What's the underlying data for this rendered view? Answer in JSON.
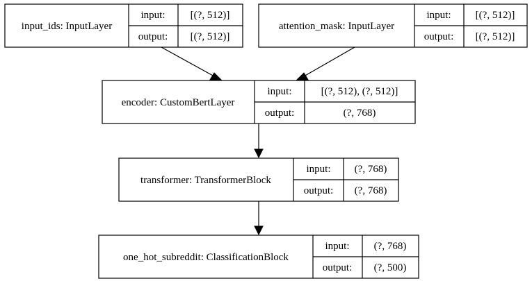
{
  "nodes": {
    "input_ids": {
      "name": "input_ids: InputLayer",
      "input_label": "input:",
      "input_value": "[(?, 512)]",
      "output_label": "output:",
      "output_value": "[(?, 512)]"
    },
    "attention_mask": {
      "name": "attention_mask: InputLayer",
      "input_label": "input:",
      "input_value": "[(?, 512)]",
      "output_label": "output:",
      "output_value": "[(?, 512)]"
    },
    "encoder": {
      "name": "encoder: CustomBertLayer",
      "input_label": "input:",
      "input_value": "[(?, 512), (?, 512)]",
      "output_label": "output:",
      "output_value": "(?, 768)"
    },
    "transformer": {
      "name": "transformer: TransformerBlock",
      "input_label": "input:",
      "input_value": "(?, 768)",
      "output_label": "output:",
      "output_value": "(?, 768)"
    },
    "classifier": {
      "name": "one_hot_subreddit: ClassificationBlock",
      "input_label": "input:",
      "input_value": "(?, 768)",
      "output_label": "output:",
      "output_value": "(?, 500)"
    }
  }
}
